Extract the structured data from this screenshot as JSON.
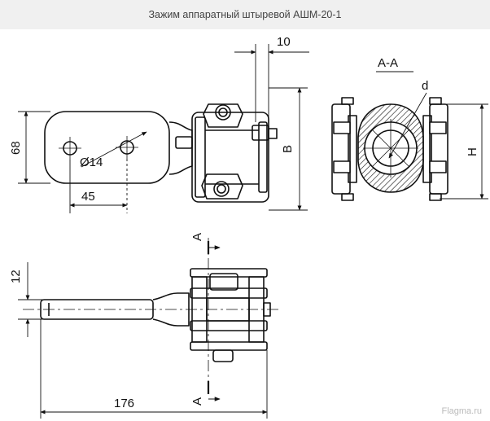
{
  "title": "Зажим аппаратный штыревой АШМ-20-1",
  "watermark": "Flagma.ru",
  "labels": {
    "dim_10": "10",
    "dim_68": "68",
    "dim_d14": "Ø14",
    "dim_45": "45",
    "dim_B": "B",
    "section": "A-A",
    "dim_d": "d",
    "dim_H": "H",
    "dim_12": "12",
    "dim_176": "176",
    "cut_top": "A",
    "cut_bottom": "A"
  }
}
